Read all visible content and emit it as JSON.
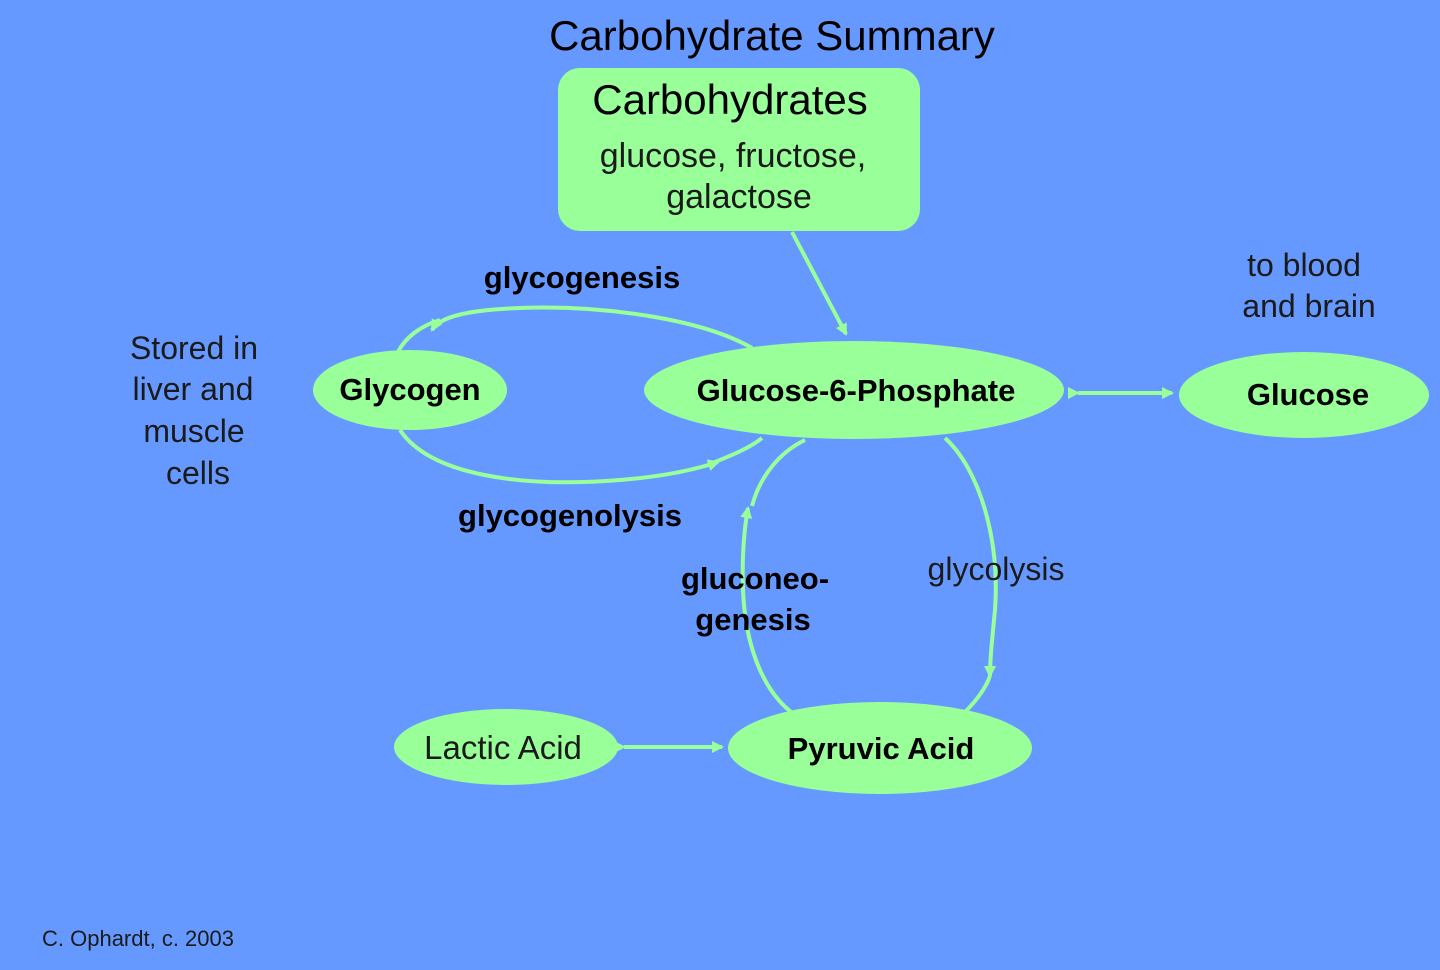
{
  "title": "Carbohydrate Summary",
  "colors": {
    "background": "#6699FF",
    "node_fill": "#99FF99",
    "arrow": "#99FF99",
    "text": "#000000",
    "soft_text": "#1A1A1A"
  },
  "nodes": {
    "carbohydrates": {
      "title": "Carbohydrates",
      "line1": "glucose, fructose,",
      "line2": "galactose"
    },
    "glycogen": "Glycogen",
    "g6p": "Glucose-6-Phosphate",
    "glucose": "Glucose",
    "lactic_acid": "Lactic Acid",
    "pyruvic_acid": "Pyruvic Acid"
  },
  "labels": {
    "glycogenesis": "glycogenesis",
    "glycogenolysis": "glycogenolysis",
    "gluconeogenesis_1": "gluconeo-",
    "gluconeogenesis_2": "genesis",
    "glycolysis": "glycolysis",
    "to_blood_1": "to blood",
    "to_blood_2": "and brain",
    "stored_1": "Stored in",
    "stored_2": "liver and",
    "stored_3": "muscle",
    "stored_4": "cells"
  },
  "credit": "C. Ophardt, c. 2003"
}
